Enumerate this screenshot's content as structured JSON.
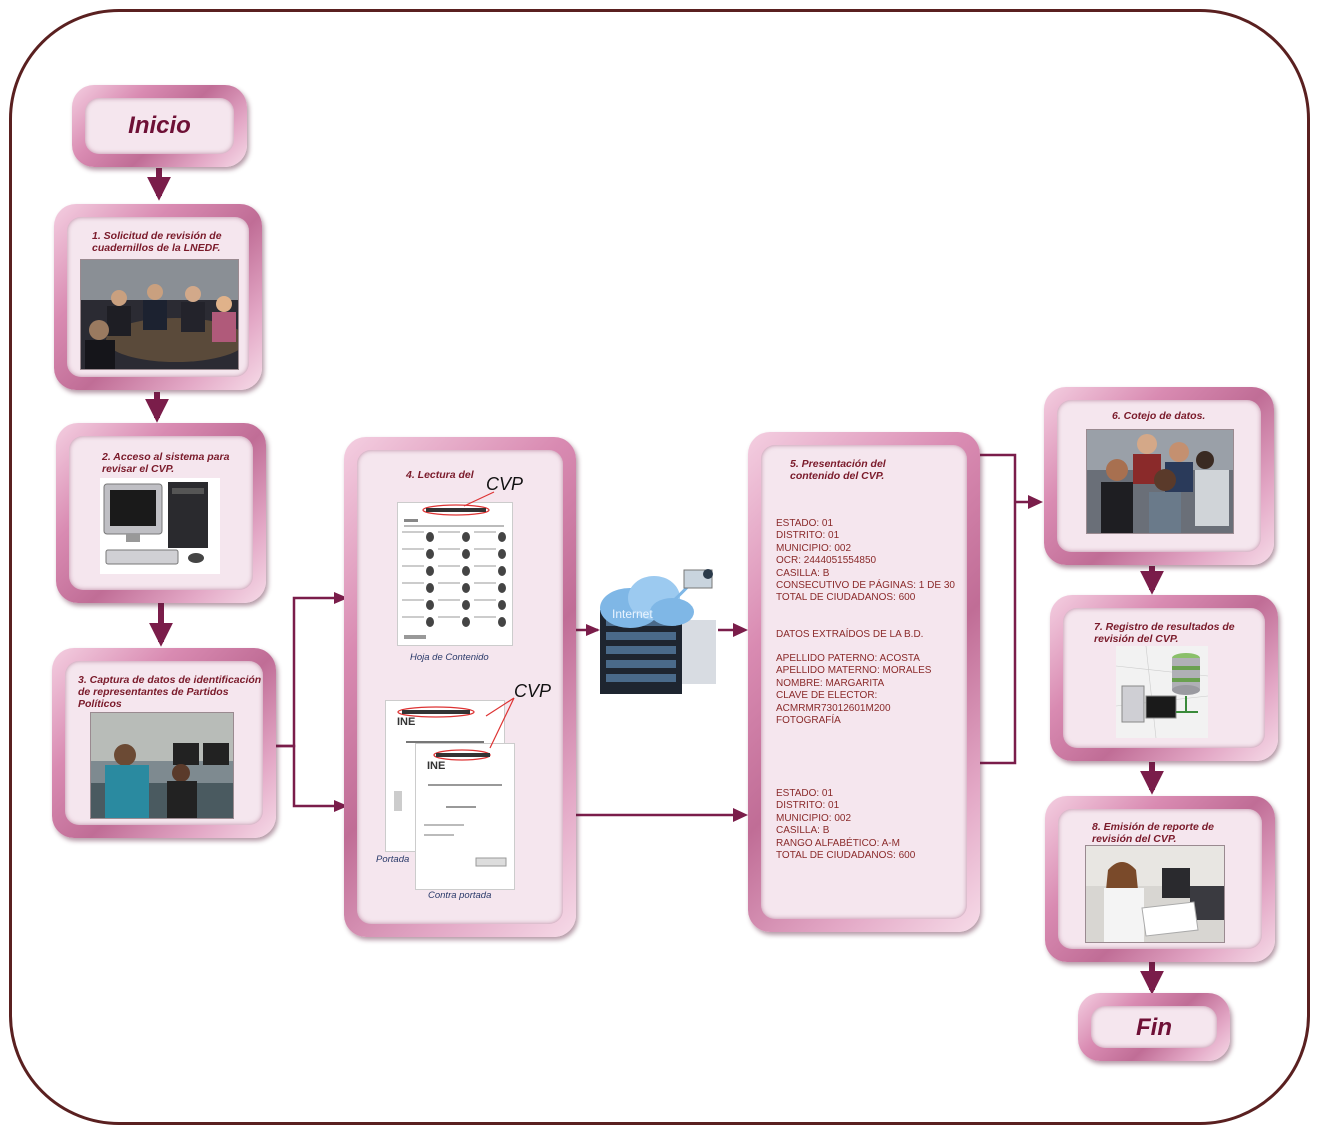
{
  "inicio": "Inicio",
  "fin": "Fin",
  "steps": {
    "s1": "1. Solicitud de revisión de cuadernillos de la  LNEDF.",
    "s2": "2. Acceso al sistema para revisar el CVP.",
    "s3": "3. Captura de datos de identificación de representantes de Partidos Políticos",
    "s4": "4. Lectura del",
    "s5": "5. Presentación del contenido del CVP.",
    "s6": "6. Cotejo de datos.",
    "s7": "7. Registro de resultados de revisión del CVP.",
    "s8": "8. Emisión de reporte de revisión del  CVP."
  },
  "lectura": {
    "cvp_label_1": "CVP",
    "cvp_label_2": "CVP",
    "hoja_caption": "Hoja de Contenido",
    "portada_caption": "Portada",
    "contra_caption": "Contra portada",
    "logo_text": "INE"
  },
  "internet_label": "Internet",
  "presentacion": {
    "block1": [
      "ESTADO: 01",
      "DISTRITO: 01",
      "MUNICIPIO: 002",
      "OCR: 2444051554850",
      "CASILLA: B",
      "CONSECUTIVO DE PÁGINAS: 1 DE 30",
      "TOTAL DE CIUDADANOS: 600"
    ],
    "block2_title": "DATOS EXTRAÍDOS  DE LA B.D.",
    "block2": [
      "APELLIDO PATERNO: ACOSTA",
      "APELLIDO MATERNO: MORALES",
      "NOMBRE: MARGARITA",
      "CLAVE DE ELECTOR:",
      "ACMRMR73012601M200",
      "FOTOGRAFÍA"
    ],
    "block3": [
      "ESTADO: 01",
      "DISTRITO: 01",
      "MUNICIPIO: 002",
      "CASILLA: B",
      "RANGO ALFABÉTICO: A-M",
      "TOTAL DE CIUDADANOS: 600"
    ]
  },
  "colors": {
    "arrow": "#7a1d4a",
    "frame": "#5a2020",
    "title": "#7a1a2a"
  },
  "icons": [
    "meeting-photo",
    "desktop-computer-photo",
    "office-workers-photo",
    "cloud-server-icon",
    "team-photo",
    "database-icon",
    "woman-printer-photo"
  ]
}
